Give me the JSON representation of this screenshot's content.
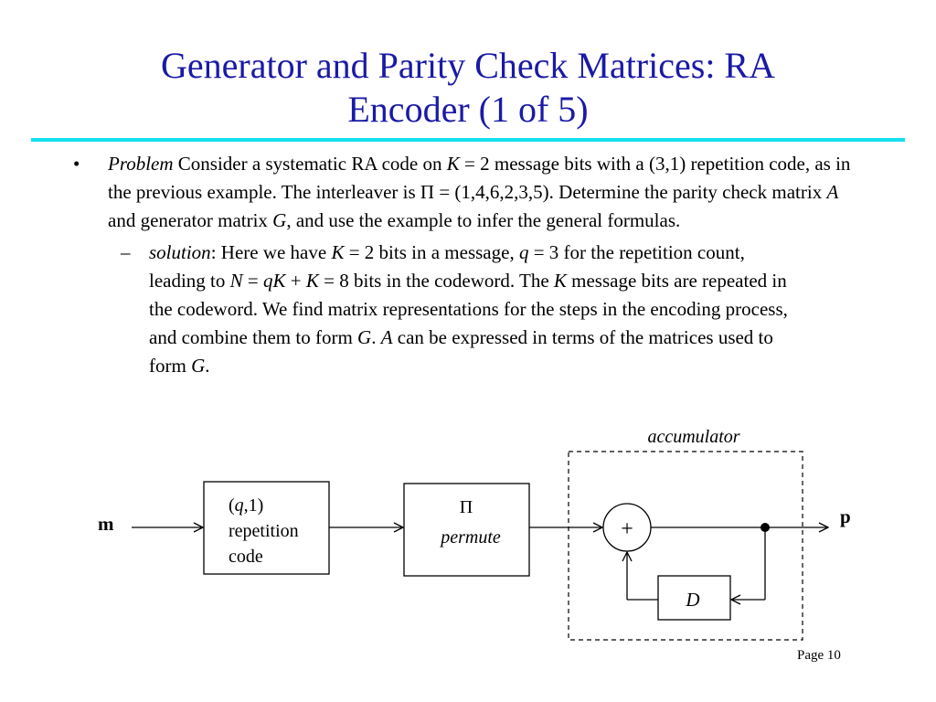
{
  "slide": {
    "title_line1": "Generator and Parity Check Matrices: RA",
    "title_line2": "Encoder (1 of 5)",
    "colors": {
      "title": "#1a1aa6",
      "rule": "#14e0f0"
    }
  },
  "bullets": {
    "main_marker": "•",
    "problem": {
      "label": "Problem",
      "t1": " Consider a systematic RA code on ",
      "K": "K",
      "t2": " = 2 message bits with a (3,1) repetition code, as in the previous example.  The interleaver is Π = (1,4,6,2,3,5).   Determine the parity check matrix ",
      "A": "A",
      "t3": " and generator matrix ",
      "G": "G",
      "t4": ", and use the example to infer the general formulas."
    },
    "sub_marker": "–",
    "solution": {
      "label": "solution",
      "t1": ":  Here we have ",
      "K1": "K",
      "t2": " = 2 bits in a message, ",
      "q": "q",
      "t3": " = 3 for the repetition count, leading to ",
      "N": "N",
      "t4": " = ",
      "qK": "qK",
      "t5": " + ",
      "K2": "K",
      "t6": " = 8 bits in the codeword.   The ",
      "K3": "K",
      "t7": " message bits are repeated in the codeword.  We find matrix representations for the steps in the encoding process, and combine them to form ",
      "G1": "G",
      "t8": ".  ",
      "A": "A",
      "t9": " can be expressed in terms of the matrices used to form ",
      "G2": "G",
      "t10": "."
    }
  },
  "diagram": {
    "accumulator_label": "accumulator",
    "input_label": "m",
    "output_label": "p",
    "rep_box": {
      "line1_open": "(",
      "line1_q": "q",
      "line1_rest": ",1)",
      "line2": "repetition",
      "line3": "code"
    },
    "permute_box": {
      "symbol": "Π",
      "label": "permute"
    },
    "adder_symbol": "+",
    "delay_label": "D"
  },
  "footer": {
    "page": "Page 10"
  }
}
